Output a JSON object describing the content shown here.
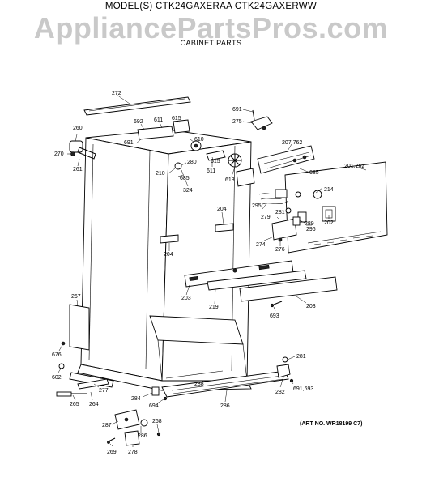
{
  "header": {
    "model_title": "MODEL(S) CTK24GAXERAA  CTK24GAXERWW",
    "watermark": "AppliancePartsPros.com",
    "section_title": "CABINET PARTS"
  },
  "art_number": "(ART NO. WR18199 C7)",
  "callouts": {
    "p272": "272",
    "p260": "260",
    "p270": "270",
    "p261": "261",
    "p692": "692",
    "p611a": "611",
    "p615a": "615",
    "p691a": "691",
    "p610": "610",
    "p280": "280",
    "p615b": "615",
    "p611b": "611",
    "p210": "210",
    "p685a": "685",
    "p324": "324",
    "p613": "613",
    "p691b": "691",
    "p275": "275",
    "p207_762": "207,762",
    "p685b": "685",
    "p201_762": "201,762",
    "p214": "214",
    "p295": "295",
    "p281a": "281",
    "p279": "279",
    "p289": "289",
    "p202": "202",
    "p296": "296",
    "p274": "274",
    "p276": "276",
    "p204a": "204",
    "p204b": "204",
    "p203a": "203",
    "p219": "219",
    "p203b": "203",
    "p693": "693",
    "p267": "267",
    "p676": "676",
    "p602": "602",
    "p277": "277",
    "p265": "265",
    "p264": "264",
    "p284": "284",
    "p694": "694",
    "p288": "288",
    "p286a": "286",
    "p281b": "281",
    "p282": "282",
    "p691_693": "691,693",
    "p287": "287",
    "p286b": "286",
    "p268": "268",
    "p269": "269",
    "p278": "278"
  }
}
